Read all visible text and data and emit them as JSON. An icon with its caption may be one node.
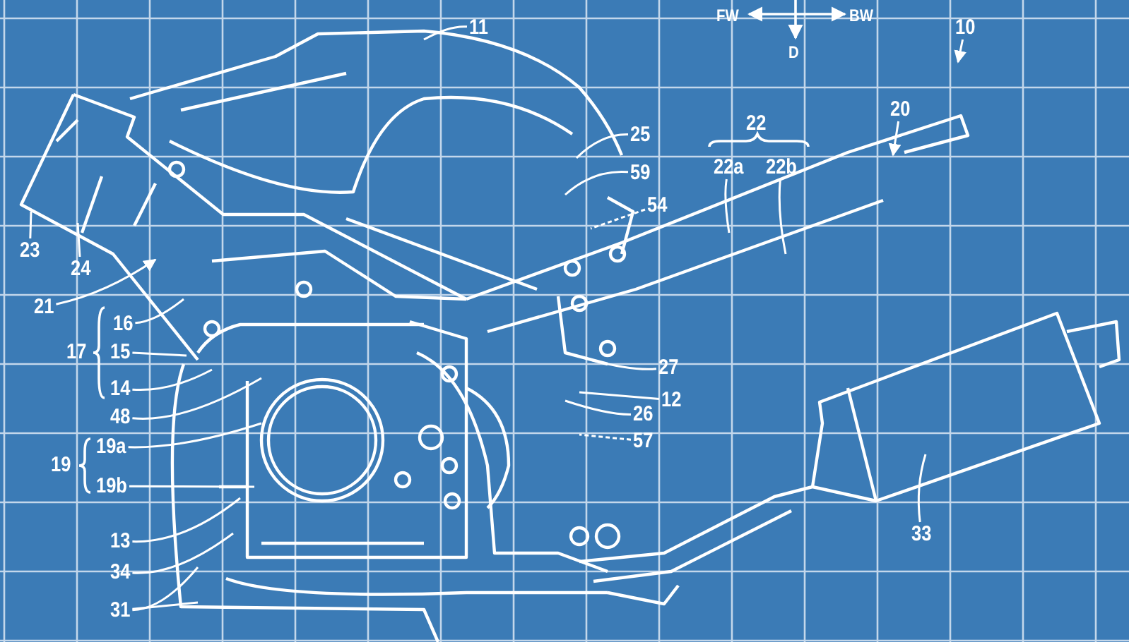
{
  "diagram": {
    "nodes": [
      {
        "text": [
          "11"
        ]
      },
      {
        "text": [
          "10"
        ]
      },
      {
        "text": [
          "25"
        ]
      },
      {
        "text": [
          "20"
        ]
      },
      {
        "text": [
          "22a"
        ]
      },
      {
        "text": [
          "22b"
        ]
      },
      {
        "text": [
          "59"
        ]
      },
      {
        "text": [
          "54"
        ]
      },
      {
        "text": [
          "23"
        ]
      },
      {
        "text": [
          "24"
        ]
      },
      {
        "text": [
          "21"
        ]
      },
      {
        "text": [
          "16"
        ]
      },
      {
        "text": [
          "15"
        ]
      },
      {
        "text": [
          "27"
        ]
      },
      {
        "text": [
          "14"
        ]
      },
      {
        "text": [
          "12"
        ]
      },
      {
        "text": [
          "48"
        ]
      },
      {
        "text": [
          "26"
        ]
      },
      {
        "text": [
          "19a"
        ]
      },
      {
        "text": [
          "57"
        ]
      },
      {
        "text": [
          "19b"
        ]
      },
      {
        "text": [
          "13"
        ]
      },
      {
        "text": [
          "34"
        ]
      },
      {
        "text": [
          "33"
        ]
      },
      {
        "text": [
          "31"
        ]
      }
    ],
    "edges": [
      {
        "from": 0,
        "to": null,
        "arrow": "none"
      },
      {
        "from": 1,
        "to": null,
        "arrow": "to"
      },
      {
        "from": 2,
        "to": null,
        "arrow": "none"
      },
      {
        "from": 3,
        "to": null,
        "arrow": "to"
      },
      {
        "from": 4,
        "to": null,
        "arrow": "none"
      },
      {
        "from": 5,
        "to": null,
        "arrow": "none"
      },
      {
        "from": 6,
        "to": null,
        "arrow": "none"
      },
      {
        "from": 7,
        "to": null,
        "arrow": "none",
        "style": "dashed"
      },
      {
        "from": 8,
        "to": null,
        "arrow": "none"
      },
      {
        "from": 9,
        "to": null,
        "arrow": "none"
      },
      {
        "from": 10,
        "to": null,
        "arrow": "to"
      },
      {
        "from": 11,
        "to": null,
        "arrow": "none"
      },
      {
        "from": 12,
        "to": null,
        "arrow": "none"
      },
      {
        "from": 13,
        "to": null,
        "arrow": "none"
      },
      {
        "from": 14,
        "to": null,
        "arrow": "none"
      },
      {
        "from": 15,
        "to": null,
        "arrow": "none"
      },
      {
        "from": 16,
        "to": null,
        "arrow": "none"
      },
      {
        "from": 17,
        "to": null,
        "arrow": "none"
      },
      {
        "from": 18,
        "to": null,
        "arrow": "none"
      },
      {
        "from": 19,
        "to": null,
        "arrow": "none",
        "style": "dashed"
      },
      {
        "from": 20,
        "to": null,
        "arrow": "none"
      },
      {
        "from": 21,
        "to": null,
        "arrow": "none"
      },
      {
        "from": 22,
        "to": null,
        "arrow": "none"
      },
      {
        "from": 23,
        "to": null,
        "arrow": "none"
      },
      {
        "from": 24,
        "to": null,
        "arrow": "none"
      },
      {
        "from": 24,
        "to": null,
        "arrow": "none"
      }
    ],
    "labels": [
      "FW",
      "BW",
      "D",
      "22",
      "17",
      "19"
    ]
  }
}
